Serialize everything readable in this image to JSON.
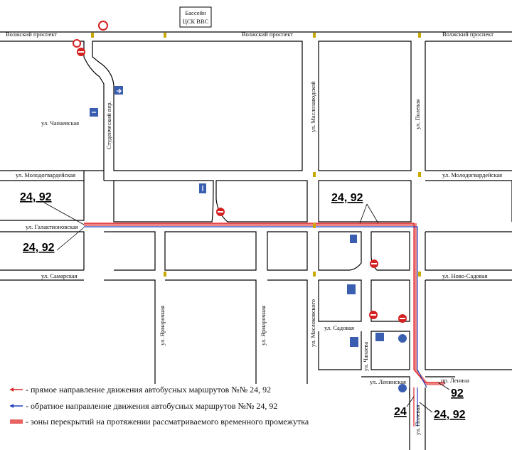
{
  "header": {
    "landmark_line1": "Бассейн",
    "landmark_line2": "ЦСК ВВС"
  },
  "streets": {
    "volzhsky_left": "Волжский проспект",
    "volzhsky_mid": "Волжский проспект",
    "volzhsky_right": "Волжский проспект",
    "chapaevskaya": "ул. Чапаевская",
    "studencheskiy": "Студенческий пер.",
    "molodogv_left": "ул. Молодогвардейская",
    "molodogv_right": "ул. Молодогвардейская",
    "galaktion": "ул. Галактионовская",
    "samarskaya": "ул. Самарская",
    "novosadovaya": "ул. Ново-Садовая",
    "sadovaya": "ул. Садовая",
    "leninskaya": "ул. Ленинская",
    "pr_lenina": "пр. Ленина",
    "yaroslavka1": "ул. Ярмарочная",
    "yaroslavka2": "ул. Ярмарочная",
    "maslovskaya_top": "ул. Маслозаводской",
    "maslovskaya_bot": "ул. Маслоковского",
    "polevaya_top": "ул. Полевая",
    "polevaya_bot": "ул. Полевая",
    "chapaeva": "ул. Чапаева"
  },
  "routes": {
    "r1": "24, 92",
    "r2": "24, 92",
    "r3": "24, 92",
    "r4": "92",
    "r5": "24",
    "r6": "24, 92"
  },
  "legend": [
    {
      "text": "- прямое направление движения автобусных маршрутов №№ 24, 92",
      "color": "#e02020"
    },
    {
      "text": "- обратное направление движения автобусных маршрутов №№ 24, 92",
      "color": "#2040c0"
    },
    {
      "text": "- зоны перекрытий на протяжении рассматриваемого временного промежутка",
      "color": "#e02020"
    }
  ],
  "colors": {
    "forward": "#e02020",
    "reverse": "#2040c0",
    "closure": "#e02020",
    "sign_blue": "#3a5fb0",
    "sign_red": "#d42020"
  }
}
